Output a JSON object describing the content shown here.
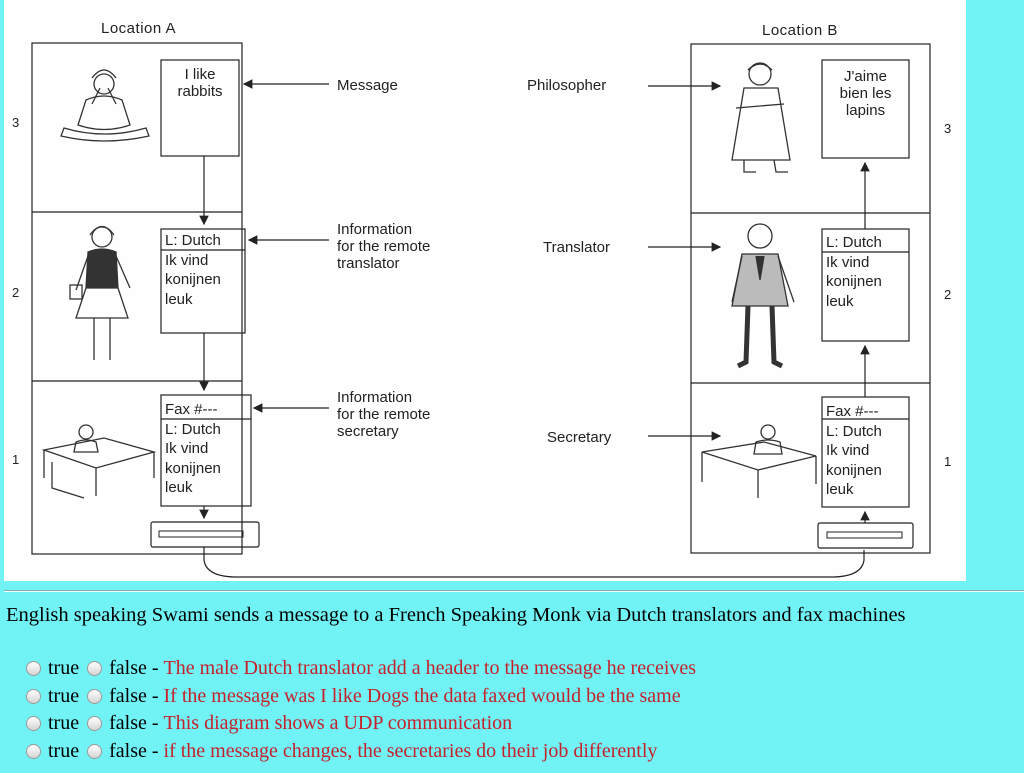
{
  "diagram": {
    "location_a": "Location A",
    "location_b": "Location B",
    "labels": {
      "message": "Message",
      "info_translator": "Information\nfor the remote\ntranslator",
      "info_secretary": "Information\nfor the remote\nsecretary",
      "philosopher": "Philosopher",
      "translator": "Translator",
      "secretary": "Secretary"
    },
    "layers": [
      "3",
      "2",
      "1"
    ],
    "left_boxes": {
      "top": [
        "I like",
        "rabbits"
      ],
      "mid": [
        "L: Dutch",
        "Ik vind",
        "konijnen",
        "leuk"
      ],
      "bot": [
        "Fax #---",
        "L: Dutch",
        "Ik vind",
        "konijnen",
        "leuk"
      ]
    },
    "right_boxes": {
      "top": [
        "J'aime",
        "bien les",
        "lapins"
      ],
      "mid": [
        "L: Dutch",
        "Ik vind",
        "konijnen",
        "leuk"
      ],
      "bot": [
        "Fax #---",
        "L: Dutch",
        "Ik vind",
        "konijnen",
        "leuk"
      ]
    }
  },
  "question": "English speaking Swami sends a message to a French Speaking Monk via Dutch translators and fax machines",
  "option_labels": {
    "true": "true",
    "false": "false -"
  },
  "statements": [
    "The male Dutch translator add a header to the message he receives",
    "If the message was I like Dogs the data faxed would be the same",
    "This diagram shows a UDP communication",
    "if the message changes, the secretaries do their job differently"
  ],
  "colors": {
    "background": "#71f3f6",
    "statement": "#c4212b"
  }
}
